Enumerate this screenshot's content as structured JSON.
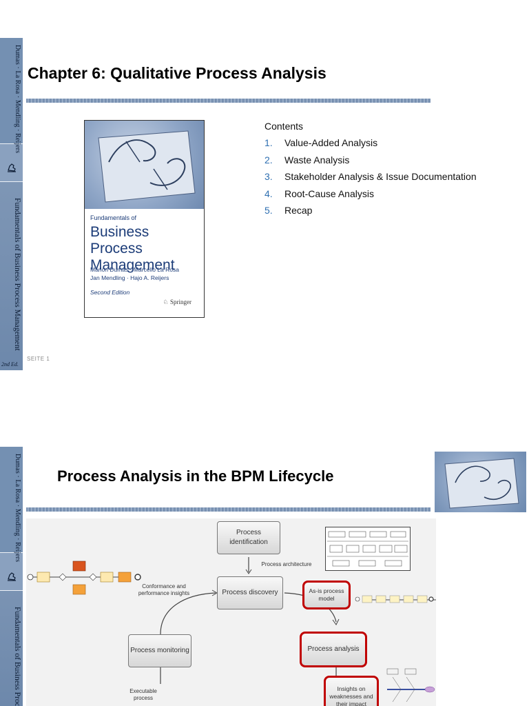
{
  "slide1": {
    "sidebar": {
      "authors": "Dumas · La Rosa · Mendling · Reijers",
      "book": "Fundamentals of Business Process Management",
      "edition": "2nd Ed."
    },
    "title": "Chapter 6: Qualitative Process Analysis",
    "cover": {
      "small": "Fundamentals of",
      "big": "Business Process Management",
      "authors_line1": "Marlon Dumas · Marcello La Rosa",
      "authors_line2": "Jan Mendling · Hajo A. Reijers",
      "edition": "Second Edition",
      "publisher": "Springer"
    },
    "contents": {
      "heading": "Contents",
      "items": [
        {
          "num": "1.",
          "label": "Value-Added Analysis"
        },
        {
          "num": "2.",
          "label": "Waste Analysis"
        },
        {
          "num": "3.",
          "label": "Stakeholder Analysis & Issue Documentation"
        },
        {
          "num": "4.",
          "label": "Root-Cause Analysis"
        },
        {
          "num": "5.",
          "label": "Recap"
        }
      ]
    },
    "page_label": "SEITE 1"
  },
  "slide2": {
    "sidebar": {
      "authors": "Dumas · La Rosa · Mendling · Reijers",
      "book": "Fundamentals of Business Process"
    },
    "title": "Process Analysis in the BPM Lifecycle",
    "diagram": {
      "identification": "Process identification",
      "architecture": "Process architecture",
      "discovery": "Process discovery",
      "conformance": "Conformance and performance insights",
      "asis": "As-is process model",
      "monitoring": "Process monitoring",
      "analysis": "Process analysis",
      "executable": "Executable process",
      "insights": "Insights on weaknesses and their impact"
    }
  }
}
